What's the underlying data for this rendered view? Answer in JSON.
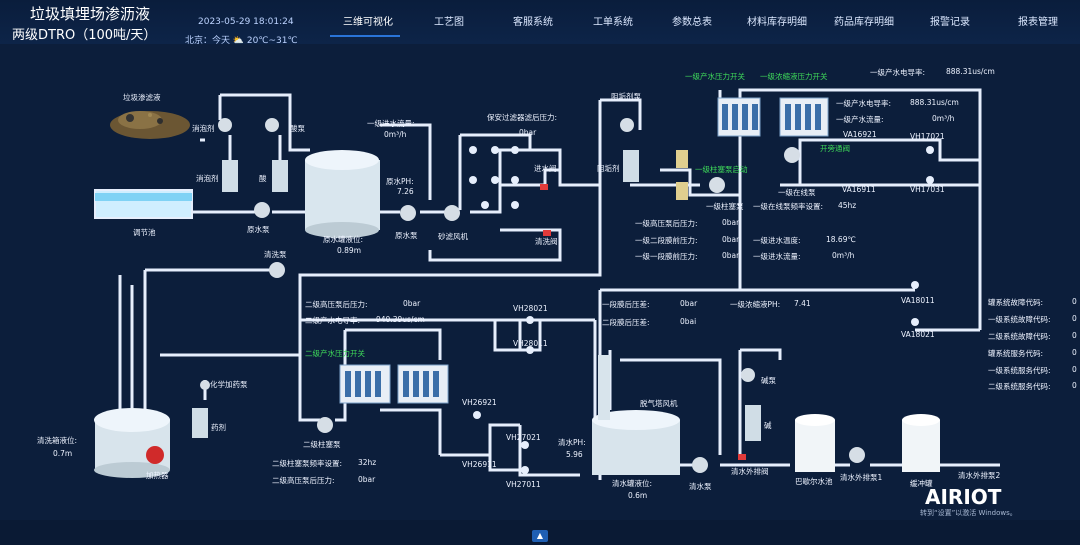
{
  "header": {
    "title_line1": "垃圾填埋场渗沥液",
    "title_line2": "两级DTRO（100吨/天）",
    "datetime": "2023-05-29 18:01:24",
    "weather": "北京：今天 ⛅ 20℃~31℃",
    "nav": [
      "三维可视化",
      "工艺图",
      "客服系统",
      "工单系统",
      "参数总表",
      "材料库存明细",
      "药品库存明细",
      "报警记录",
      "报表管理"
    ]
  },
  "labels": {
    "leachate": "垃圾渗滤液",
    "defoamer": "消泡剂",
    "defoamer_tank": "消泡剂",
    "acid_pump": "酸泵",
    "acid_tank": "酸",
    "regulating_pool": "调节池",
    "raw_pump1": "原水泵",
    "raw_tank_level_label": "原水罐液位:",
    "raw_tank_level": "0.89m",
    "raw_ph_label": "原水PH:",
    "raw_ph": "7.26",
    "inflow_label": "一级进水流量:",
    "inflow": "0m³/h",
    "raw_pump2": "原水泵",
    "sand_filter": "砂滤风机",
    "filter_pressure_label": "保安过滤器滤后压力:",
    "filter_pressure": "0bar",
    "inlet_valve": "进水阀",
    "wash_valve": "清洗阀",
    "scale_pump": "阻垢剂泵",
    "scale_tank": "阻垢剂",
    "p1_switch": "一级产水压力开关",
    "conc1_switch": "一级浓缩液压力开关",
    "plunger1_label": "一级柱塞泵启动",
    "plunger1": "一级柱塞泵",
    "p1_cond_label": "一级产水电导率:",
    "p1_cond": "888.31us/cm",
    "p1_cond_right": "888.31us/cm",
    "p1_flow_label": "一级产水流量:",
    "p1_flow": "0m³/h",
    "online_pump": "一级在线泵",
    "online_freq_label": "一级在线泵频率设置:",
    "online_freq": "45hz",
    "bypass": "开旁通阀",
    "va16921": "VA16921",
    "va16911": "VA16911",
    "vh17021": "VH17021",
    "vh17031": "VH17031",
    "hp1_after_label": "一级高压泵后压力:",
    "hp1_after": "0bar",
    "seg2_front_label": "一级二段膜前压力:",
    "seg2_front": "0bar",
    "seg1_front_label": "一级一段膜前压力:",
    "seg1_front": "0bar",
    "temp_label": "一级进水温度:",
    "temp": "18.69℃",
    "in_flow2_label": "一级进水流量:",
    "in_flow2": "0m³/h",
    "wash_pump": "清洗泵",
    "hp2_after_label": "二级高压泵后压力:",
    "hp2_after": "0bar",
    "p2_cond_label": "二级产水电导率:",
    "p2_cond": "940.39us/cm",
    "p2_switch": "二级产水压力开关",
    "vh28021": "VH28021",
    "vh28011": "VH28011",
    "s1_after_label": "一段膜后压差:",
    "s1_after": "0bar",
    "s2_after_label": "二段膜后压差:",
    "s2_after": "0bai",
    "conc_ph_label": "一级浓缩液PH:",
    "conc_ph": "7.41",
    "va18011": "VA18011",
    "va18021": "VA18021",
    "chem_pump": "化学加药泵",
    "chem_tank": "药剂",
    "wash_tank_level_label": "清洗箱液位:",
    "wash_tank_level": "0.7m",
    "heater": "加热器",
    "plunger2": "二级柱塞泵",
    "vh26921": "VH26921",
    "vh26911": "VH26911",
    "vh27021": "VH27021",
    "vh27011": "VH27011",
    "plunger2_freq_label": "二级柱塞泵频率设置:",
    "plunger2_freq": "32hz",
    "hp2_after2_label": "二级高压泵后压力:",
    "hp2_after2": "0bar",
    "clear_ph_label": "清水PH:",
    "clear_ph": "5.96",
    "degas": "脱气塔风机",
    "clear_tank_level_label": "清水罐液位:",
    "clear_tank_level": "0.6m",
    "clear_pump": "清水泵",
    "alkali_pump": "碱泵",
    "alkali": "碱",
    "outlet_valve": "清水外排阀",
    "pool": "巴歇尔水池",
    "out_pump1": "清水外排泵1",
    "cooling": "缓冲罐",
    "out_pump2": "清水外排泵2",
    "faults": [
      "罐系统故障代码:",
      "一级系统故障代码:",
      "二级系统故障代码:",
      "罐系统服务代码:",
      "一级系统服务代码:",
      "二级系统服务代码:"
    ],
    "fault_values": [
      "0",
      "0",
      "0",
      "0",
      "0",
      "0"
    ],
    "brand": "AIRIOT",
    "watermark": "转到“设置”以激活 Windows。"
  }
}
